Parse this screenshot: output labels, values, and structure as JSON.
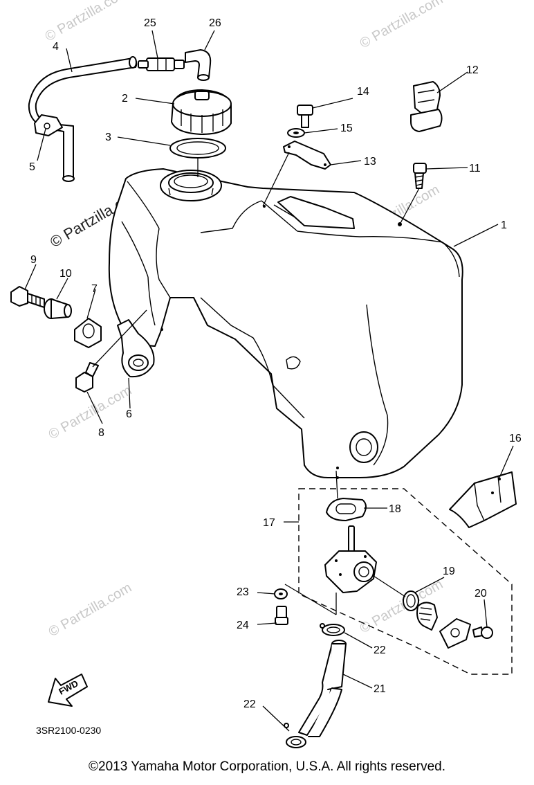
{
  "watermark": {
    "text": "© Partzilla.com",
    "prominent_text": "© Partzilla.com"
  },
  "drawing_code": "3SR2100-0230",
  "fwd_label": "FWD",
  "copyright": "©2013  Yamaha Motor Corporation, U.S.A. All rights reserved.",
  "callouts": [
    {
      "id": "1",
      "label": "1"
    },
    {
      "id": "2",
      "label": "2"
    },
    {
      "id": "3",
      "label": "3"
    },
    {
      "id": "4",
      "label": "4"
    },
    {
      "id": "5",
      "label": "5"
    },
    {
      "id": "6",
      "label": "6"
    },
    {
      "id": "7",
      "label": "7"
    },
    {
      "id": "8",
      "label": "8"
    },
    {
      "id": "9",
      "label": "9"
    },
    {
      "id": "10",
      "label": "10"
    },
    {
      "id": "11",
      "label": "11"
    },
    {
      "id": "12",
      "label": "12"
    },
    {
      "id": "13",
      "label": "13"
    },
    {
      "id": "14",
      "label": "14"
    },
    {
      "id": "15",
      "label": "15"
    },
    {
      "id": "16",
      "label": "16"
    },
    {
      "id": "17",
      "label": "17"
    },
    {
      "id": "18",
      "label": "18"
    },
    {
      "id": "19",
      "label": "19"
    },
    {
      "id": "20",
      "label": "20"
    },
    {
      "id": "21",
      "label": "21"
    },
    {
      "id": "22a",
      "label": "22"
    },
    {
      "id": "22b",
      "label": "22"
    },
    {
      "id": "23",
      "label": "23"
    },
    {
      "id": "24",
      "label": "24"
    },
    {
      "id": "25",
      "label": "25"
    },
    {
      "id": "26",
      "label": "26"
    }
  ]
}
